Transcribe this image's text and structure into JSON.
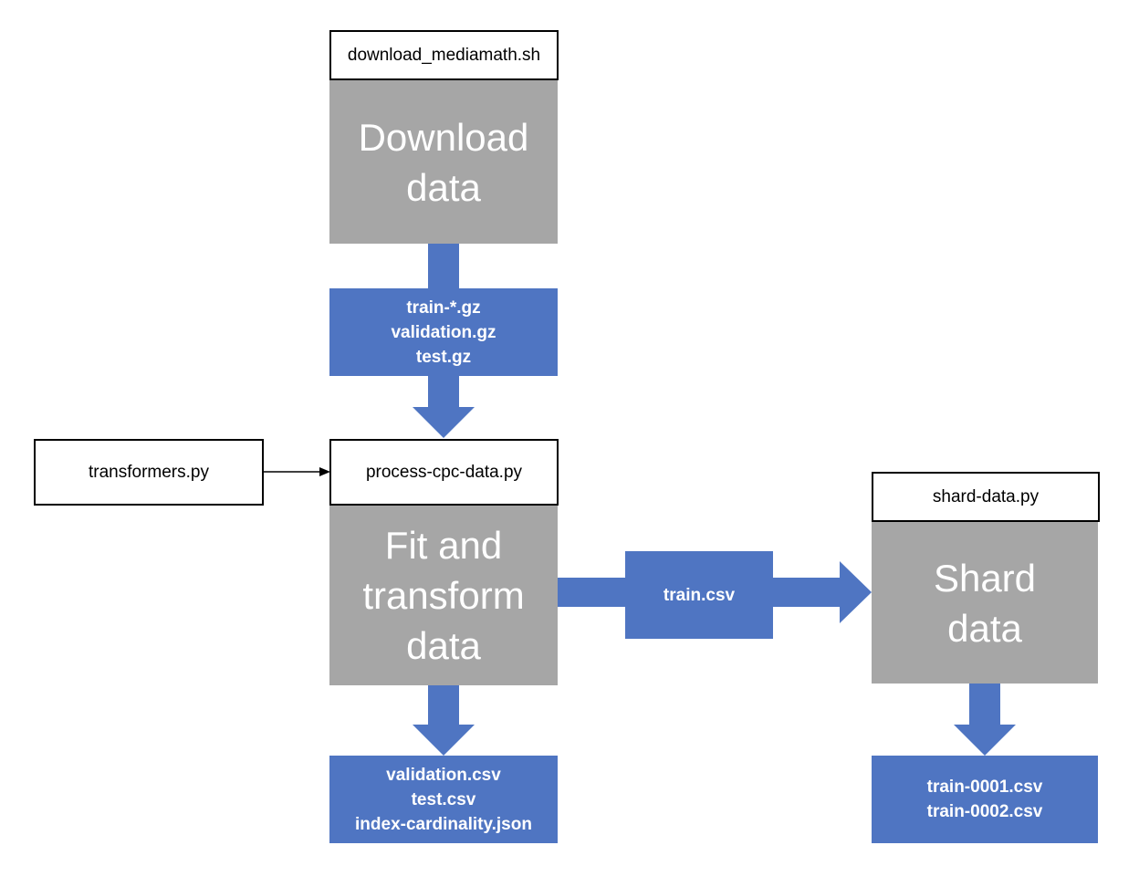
{
  "colors": {
    "step_fill": "#a6a6a6",
    "file_fill": "#4f75c2",
    "line": "#000000"
  },
  "download": {
    "script": "download_mediamath.sh",
    "step": [
      "Download",
      "data"
    ],
    "outputs": [
      "train-*.gz",
      "validation.gz",
      "test.gz"
    ]
  },
  "transform": {
    "dependency": "transformers.py",
    "script": "process-cpc-data.py",
    "step": [
      "Fit and",
      "transform",
      "data"
    ],
    "outputs": [
      "validation.csv",
      "test.csv",
      "index-cardinality.json"
    ],
    "train_output": "train.csv"
  },
  "shard": {
    "script": "shard-data.py",
    "step": [
      "Shard",
      "data"
    ],
    "outputs": [
      "train-0001.csv",
      "train-0002.csv"
    ]
  }
}
